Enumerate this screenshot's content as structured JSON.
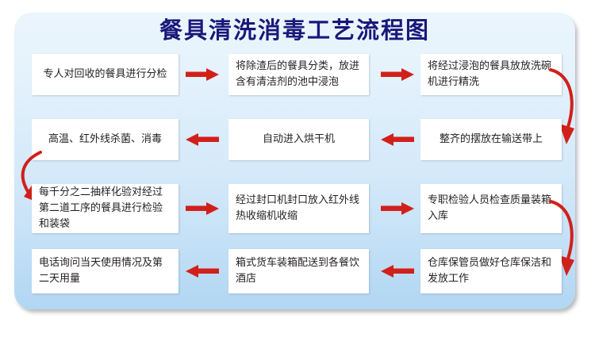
{
  "title": "餐具清洗消毒工艺流程图",
  "colors": {
    "title_text": "#18197a",
    "arrow_red": "#d1201a",
    "panel_top": "#eaf5fd",
    "panel_bottom": "#b2d7f3",
    "box_background": "#ffffff",
    "box_text": "#231f20"
  },
  "flow": {
    "rows": [
      {
        "direction": "left-to-right",
        "steps": [
          {
            "id": "step-1",
            "text": "专人对回收的餐具进行分检",
            "align": "center"
          },
          {
            "id": "step-2",
            "text": "将除渣后的餐具分类，放进含有清洁剂的池中浸泡",
            "align": "left"
          },
          {
            "id": "step-3",
            "text": "将经过浸泡的餐具放放洗碗机进行精洗",
            "align": "left"
          }
        ]
      },
      {
        "direction": "right-to-left",
        "steps": [
          {
            "id": "step-6",
            "text": "高温、红外线杀菌、消毒",
            "align": "center"
          },
          {
            "id": "step-5",
            "text": "自动进入烘干机",
            "align": "center"
          },
          {
            "id": "step-4",
            "text": "整齐的摆放在输送带上",
            "align": "center"
          }
        ]
      },
      {
        "direction": "left-to-right",
        "steps": [
          {
            "id": "step-7",
            "text": "每千分之二抽样化验对经过第二道工序的餐具进行检验和装袋",
            "align": "left"
          },
          {
            "id": "step-8",
            "text": "经过封口机封口放入红外线热收缩机收缩",
            "align": "left"
          },
          {
            "id": "step-9",
            "text": "专职检验人员检查质量装箱入库",
            "align": "left"
          }
        ]
      },
      {
        "direction": "right-to-left",
        "steps": [
          {
            "id": "step-12",
            "text": "电话询问当天使用情况及第二天用量",
            "align": "left"
          },
          {
            "id": "step-11",
            "text": "箱式货车装箱配送到各餐饮酒店",
            "align": "left"
          },
          {
            "id": "step-10",
            "text": "仓库保管员做好仓库保洁和发放工作",
            "align": "left"
          }
        ]
      }
    ],
    "connectors": [
      {
        "id": "connector-row1-row2",
        "side": "right",
        "from": "step-3",
        "to": "step-4"
      },
      {
        "id": "connector-row2-row3",
        "side": "left",
        "from": "step-6",
        "to": "step-7"
      },
      {
        "id": "connector-row3-row4",
        "side": "right",
        "from": "step-9",
        "to": "step-10"
      }
    ],
    "straight_arrows": [
      {
        "id": "arrow-r1-a",
        "direction": "right"
      },
      {
        "id": "arrow-r1-b",
        "direction": "right"
      },
      {
        "id": "arrow-r2-a",
        "direction": "left"
      },
      {
        "id": "arrow-r2-b",
        "direction": "left"
      },
      {
        "id": "arrow-r3-a",
        "direction": "right"
      },
      {
        "id": "arrow-r3-b",
        "direction": "right"
      },
      {
        "id": "arrow-r4-a",
        "direction": "left"
      },
      {
        "id": "arrow-r4-b",
        "direction": "left"
      }
    ]
  }
}
